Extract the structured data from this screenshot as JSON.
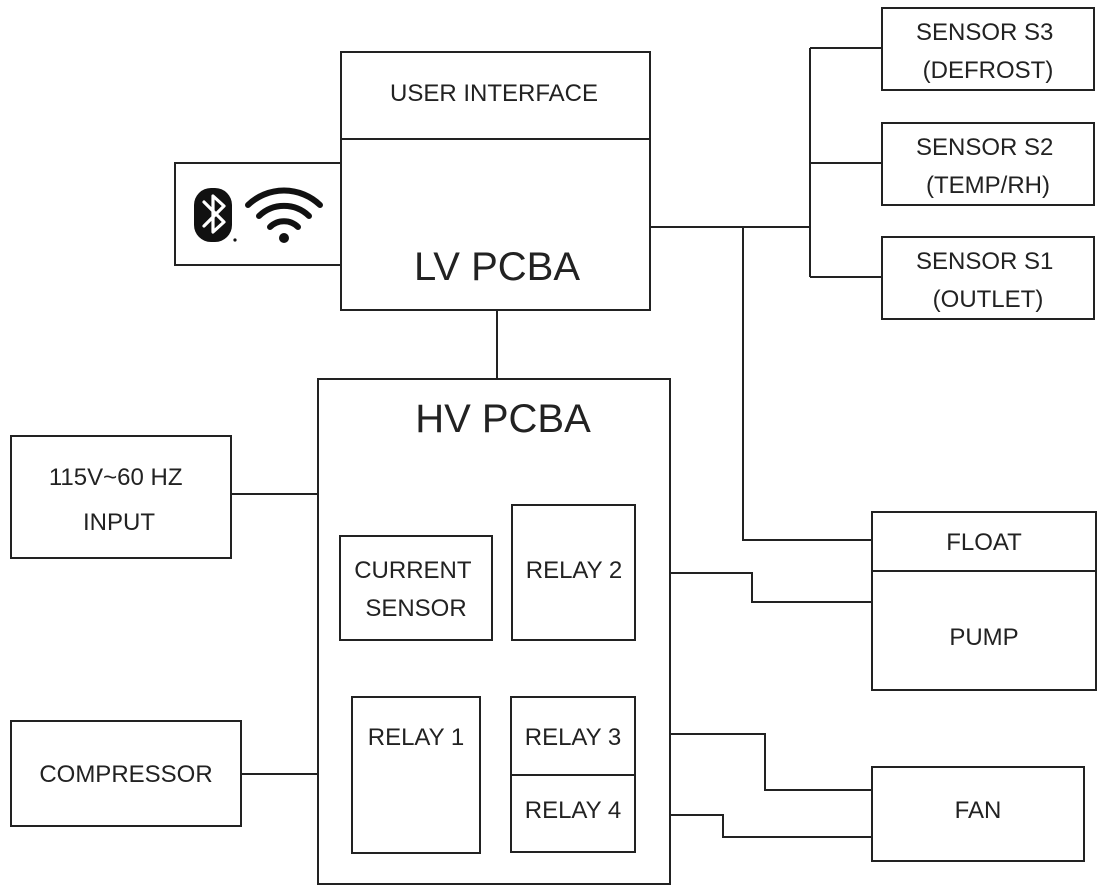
{
  "blocks": {
    "user_interface": "USER INTERFACE",
    "lv_pcba": "LV PCBA",
    "hv_pcba": "HV PCBA",
    "power_input": [
      "115V~60 HZ",
      "INPUT"
    ],
    "current_sensor": [
      "CURRENT",
      "SENSOR"
    ],
    "relay_1": "RELAY 1",
    "relay_2": "RELAY 2",
    "relay_3": "RELAY 3",
    "relay_4": "RELAY 4",
    "compressor": "COMPRESSOR",
    "float": "FLOAT",
    "pump": "PUMP",
    "fan": "FAN",
    "sensor_s3": [
      "SENSOR S3",
      "(DEFROST)"
    ],
    "sensor_s2": [
      "SENSOR S2",
      "(TEMP/RH)"
    ],
    "sensor_s1": [
      "SENSOR S1",
      "(OUTLET)"
    ]
  },
  "icons": [
    "bluetooth-icon",
    "wifi-icon"
  ]
}
